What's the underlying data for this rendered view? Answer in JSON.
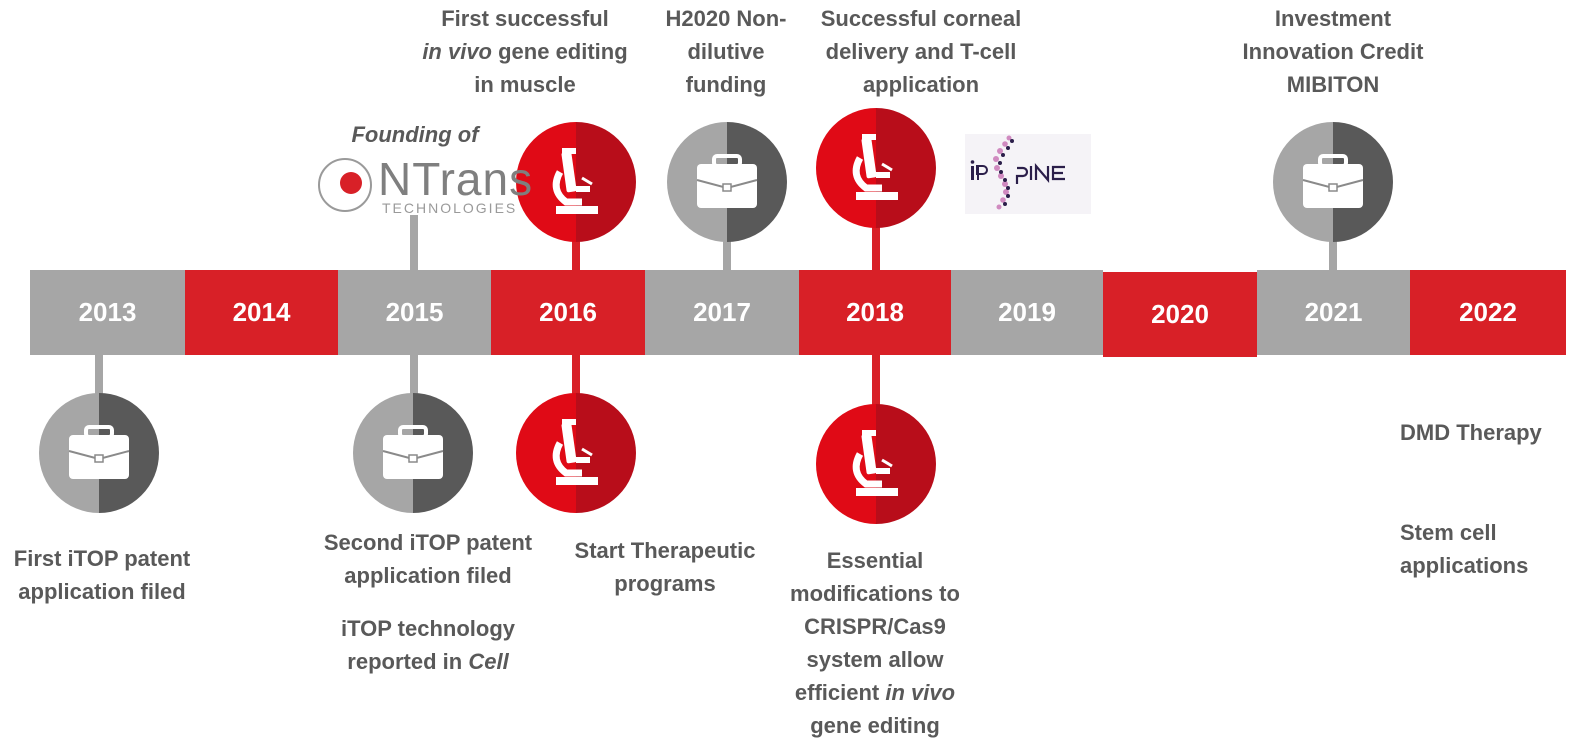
{
  "timeline": {
    "years": [
      "2013",
      "2014",
      "2015",
      "2016",
      "2017",
      "2018",
      "2019",
      "2020",
      "2021",
      "2022"
    ]
  },
  "events": {
    "e2013_below": "First iTOP patent application filed",
    "e2015_founding": "Founding of",
    "e2015_below_1": "Second iTOP patent application filed",
    "e2015_below_2": "iTOP technology reported in",
    "e2015_below_2_em": "Cell",
    "e2016_above_em": "in vivo",
    "e2016_above_l1": "First successful",
    "e2016_above_l2": " gene editing",
    "e2016_above_l3": "in muscle",
    "e2016_below": "Start Therapeutic programs",
    "e2017_above": "H2020 Non-dilutive funding",
    "e2018_above": "Successful corneal delivery and T-cell application",
    "e2018_below_1": "Essential modifications to CRISPR/Cas9 system allow efficient",
    "e2018_below_em": "in vivo",
    "e2018_below_2": "gene editing",
    "e2021_above": "Investment Innovation Credit MIBITON",
    "e2022_1": "DMD Therapy",
    "e2022_2": "Stem cell applications"
  },
  "logos": {
    "ntrans_name": "NTrans",
    "ntrans_sub": "TECHNOLOGIES",
    "ipspine_text": "iPSPINE"
  },
  "icons": {
    "briefcase": "briefcase-icon",
    "microscope": "microscope-icon"
  },
  "colors": {
    "red": "#d82027",
    "grey": "#a6a6a6",
    "dark_grey": "#595959"
  }
}
